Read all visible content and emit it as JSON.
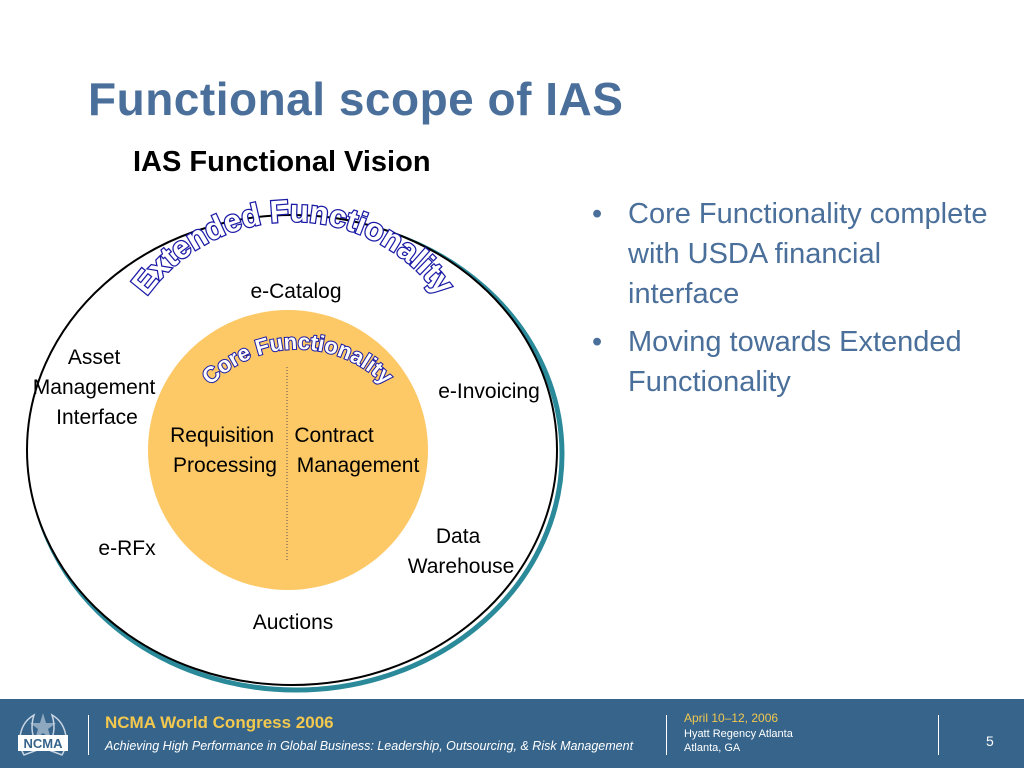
{
  "slide": {
    "title": "Functional scope of IAS",
    "subtitle": "IAS Functional Vision"
  },
  "diagram": {
    "outer_label": "Extended Functionality",
    "inner_label": "Core Functionality",
    "inner_items": [
      {
        "line1": "Requisition",
        "line2": "Processing"
      },
      {
        "line1": "Contract",
        "line2": "Management"
      }
    ],
    "outer_items": {
      "catalog": "e-Catalog",
      "asset": [
        "Asset",
        "Management",
        "Interface"
      ],
      "invoicing": "e-Invoicing",
      "rfx": "e-RFx",
      "warehouse": [
        "Data",
        "Warehouse"
      ],
      "auctions": "Auctions"
    },
    "colors": {
      "inner_fill": "#fdc866",
      "inner_text": "#1a1aa6",
      "outer_text": "#1a1aa6",
      "outer_shadow": "#2a8a9a"
    }
  },
  "bullets": [
    {
      "bullet": "•",
      "text": "Core Functionality complete with USDA financial interface"
    },
    {
      "bullet": "•",
      "text": "Moving towards Extended Functionality"
    }
  ],
  "footer": {
    "logo_text": "NCMA",
    "org": "NCMA World Congress 2006",
    "tagline": "Achieving High Performance in Global Business: Leadership, Outsourcing, & Risk Management",
    "date": "April 10–12, 2006",
    "venue": "Hyatt Regency Atlanta",
    "city": "Atlanta, GA",
    "page": "5",
    "bg_color": "#36648b",
    "accent_color": "#f2c84e"
  }
}
